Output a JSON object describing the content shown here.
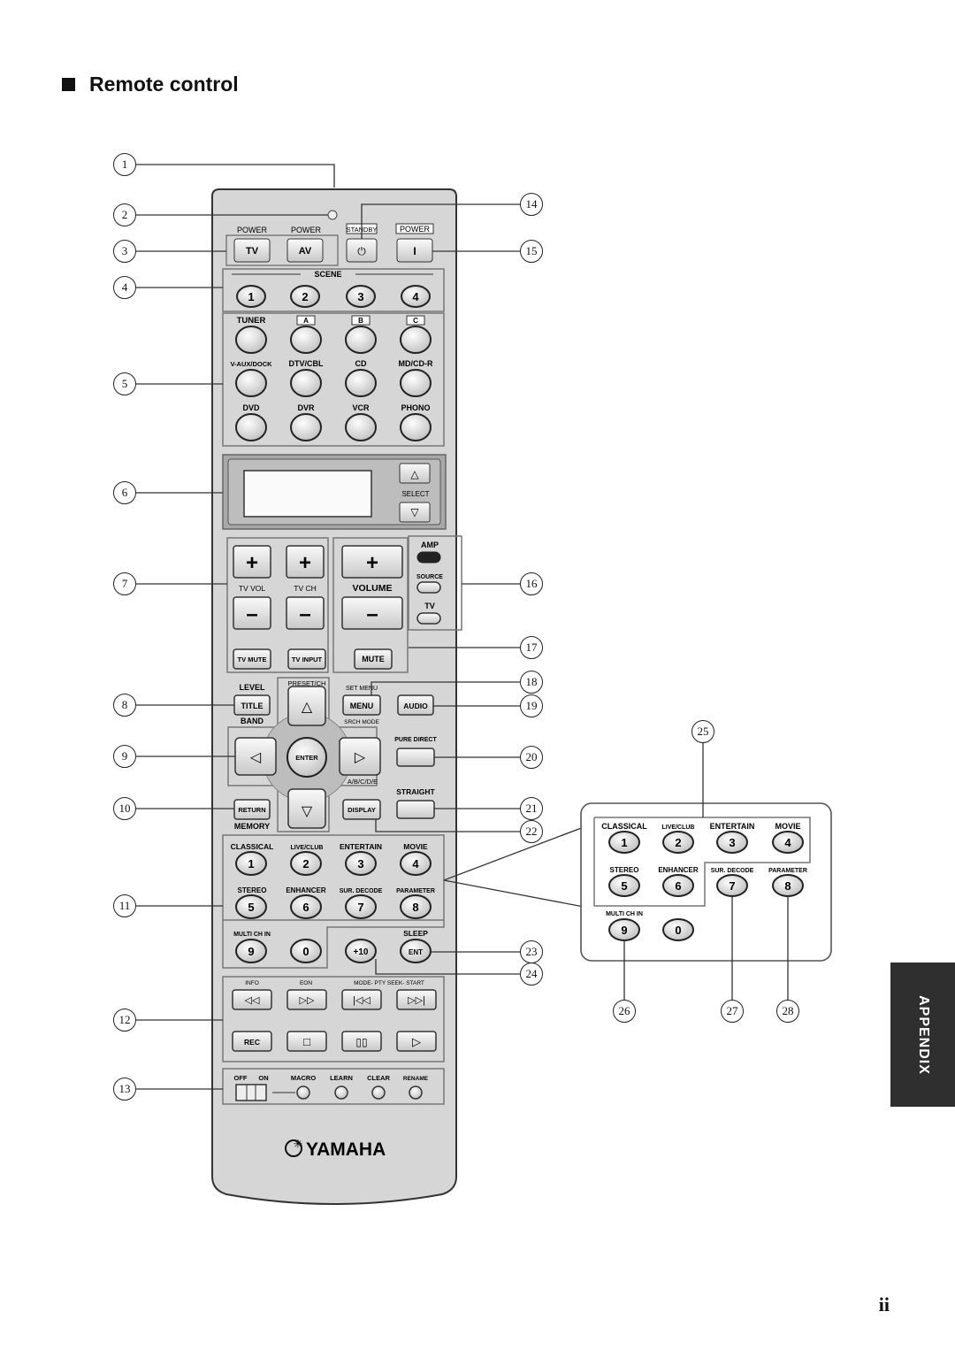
{
  "heading": "Remote control",
  "page_number": "ii",
  "side_tab": "APPENDIX",
  "brand": "YAMAHA",
  "callouts": [
    "1",
    "2",
    "3",
    "4",
    "5",
    "6",
    "7",
    "8",
    "9",
    "10",
    "11",
    "12",
    "13",
    "14",
    "15",
    "16",
    "17",
    "18",
    "19",
    "20",
    "21",
    "22",
    "23",
    "24",
    "25",
    "26",
    "27",
    "28"
  ],
  "remote": {
    "power_labels": [
      "POWER",
      "POWER",
      "STANDBY",
      "POWER"
    ],
    "power_buttons": [
      "TV",
      "AV",
      "⏻",
      "I"
    ],
    "scene_label": "SCENE",
    "scene_buttons": [
      "1",
      "2",
      "3",
      "4"
    ],
    "input_row1_labels": [
      "TUNER",
      "A",
      "B",
      "C"
    ],
    "input_row2_labels": [
      "V-AUX/DOCK",
      "DTV/CBL",
      "CD",
      "MD/CD-R"
    ],
    "input_row3_labels": [
      "DVD",
      "DVR",
      "VCR",
      "PHONO"
    ],
    "select_label": "SELECT",
    "tv_vol": "TV VOL",
    "tv_ch": "TV CH",
    "volume": "VOLUME",
    "plus": "+",
    "minus": "–",
    "amp": "AMP",
    "source": "SOURCE",
    "tv": "TV",
    "tv_mute": "TV MUTE",
    "tv_input": "TV INPUT",
    "mute": "MUTE",
    "level": "LEVEL",
    "title_btn": "TITLE",
    "band": "BAND",
    "preset_ch": "PRESET/CH",
    "set_menu": "SET MENU",
    "menu": "MENU",
    "srch_mode": "SRCH MODE",
    "audio": "AUDIO",
    "enter": "ENTER",
    "pure_direct": "PURE DIRECT",
    "abcde": "A/B/C/D/E",
    "straight": "STRAIGHT",
    "return": "RETURN",
    "memory": "MEMORY",
    "display": "DISPLAY",
    "sound_row1_labels": [
      "CLASSICAL",
      "LIVE/CLUB",
      "ENTERTAIN",
      "MOVIE"
    ],
    "sound_row1_digits": [
      "1",
      "2",
      "3",
      "4"
    ],
    "sound_row2_labels": [
      "STEREO",
      "ENHANCER",
      "SUR. DECODE",
      "PARAMETER"
    ],
    "sound_row2_digits": [
      "5",
      "6",
      "7",
      "8"
    ],
    "multi_ch_in": "MULTI CH IN",
    "sleep": "SLEEP",
    "row3_digits": [
      "9",
      "0",
      "+10",
      "ENT"
    ],
    "transport_labels": [
      "INFO",
      "EON",
      "MODE- PTY SEEK- START"
    ],
    "rec": "REC",
    "macro_labels": [
      "OFF",
      "ON",
      "MACRO",
      "LEARN",
      "CLEAR",
      "RENAME"
    ]
  },
  "inset": {
    "row1_labels": [
      "CLASSICAL",
      "LIVE/CLUB",
      "ENTERTAIN",
      "MOVIE"
    ],
    "row1_digits": [
      "1",
      "2",
      "3",
      "4"
    ],
    "row2_labels": [
      "STEREO",
      "ENHANCER",
      "SUR. DECODE",
      "PARAMETER"
    ],
    "row2_digits": [
      "5",
      "6",
      "7",
      "8"
    ],
    "multi_ch_in": "MULTI CH IN",
    "row3_digits": [
      "9",
      "0"
    ]
  }
}
